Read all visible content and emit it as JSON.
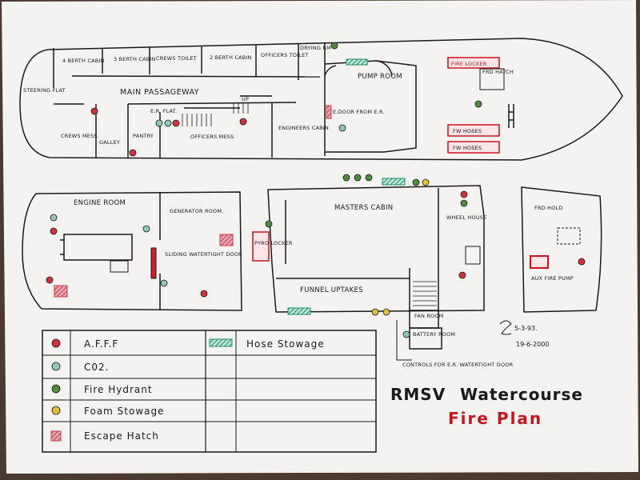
{
  "title": {
    "prefix": "RMSV",
    "name": "Watercourse",
    "subtitle": "Fire Plan"
  },
  "signature": {
    "date1": "5-3-93.",
    "date2": "19-6-2000"
  },
  "upper_deck": {
    "rooms": {
      "steering_flat": "STEERING FLAT",
      "four_berth": "4 BERTH CABIN",
      "three_berth": "3 BERTH CABIN",
      "crews_toilet": "CREWS TOILET",
      "two_berth": "2 BERTH CABIN",
      "officers_toilet": "OFFICERS TOILET",
      "drying_rm": "DRYING RM",
      "main_passageway": "MAIN PASSAGEWAY",
      "up": "UP",
      "er_flat": "E.R. FLAT.",
      "crews_mess": "CREWS MESS.",
      "galley": "GALLEY",
      "pantry": "PANTRY",
      "officers_mess": "OFFICERS MESS",
      "engineers_cabin": "ENGINEERS CABIN",
      "pump_room": "PUMP ROOM",
      "e_door": "E.DOOR FROM E.R.",
      "fire_locker": "FIRE LOCKER",
      "frd_hatch": "FRD HATCH",
      "fw_hoses_1": "FW HOSES",
      "fw_hoses_2": "FW HOSES"
    }
  },
  "lower_left": {
    "engine_room": "ENGINE ROOM",
    "generator_room": "GENERATOR ROOM.",
    "sliding_door": "SLIDING WATERTIGHT DOOR"
  },
  "lower_center": {
    "masters_cabin": "MASTERS CABIN",
    "wheel_house": "WHEEL HOUSE",
    "pyro_locker": "PYRO LOCKER",
    "funnel_uptakes": "FUNNEL UPTAKES",
    "fan_room": "FAN ROOM",
    "battery_room": "BATTERY ROOM",
    "controls_note": "CONTROLS FOR E.R. WATERTIGHT DOOR"
  },
  "lower_right": {
    "frd_hold": "FRD HOLD",
    "aux_fire_pump": "AUX FIRE PUMP"
  },
  "legend": {
    "items": [
      {
        "symbol": "A",
        "label": "A.F.F.F",
        "color": "#d0343b"
      },
      {
        "symbol": "CO2",
        "label": "C02.",
        "color": "#8fc7b8"
      },
      {
        "symbol": "H",
        "label": "Fire Hydrant",
        "color": "#4f8b3d"
      },
      {
        "symbol": "F",
        "label": "Foam Stowage",
        "color": "#e0c03a"
      },
      {
        "symbol": "E",
        "label": "Escape Hatch",
        "color": "#c93a4f"
      }
    ],
    "hose_label": "Hose Stowage",
    "hose_color": "#2a9c7a"
  },
  "colors": {
    "paper": "#f4f3f1",
    "ink": "#1a1a1a",
    "red": "#c8141f",
    "hose": "#2a9c7a",
    "escape": "#c93a4f"
  }
}
